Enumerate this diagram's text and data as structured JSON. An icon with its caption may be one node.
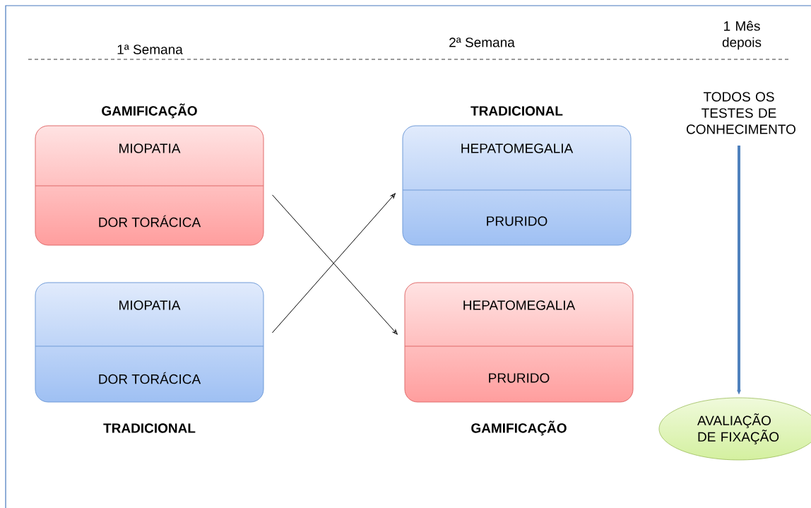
{
  "diagram": {
    "nodes": [
      {
        "text": [
          "GAMIFICAÇÃO"
        ]
      },
      {
        "text": [
          "MIOPATIA"
        ],
        "in": 0
      },
      {
        "text": [
          "DOR TORÁCICA"
        ],
        "in": 0
      },
      {
        "text": [
          "TRADICIONAL"
        ]
      },
      {
        "text": [
          "MIOPATIA"
        ],
        "in": 3
      },
      {
        "text": [
          "DOR TORÁCICA"
        ],
        "in": 3
      },
      {
        "text": [
          "TRADICIONAL"
        ]
      },
      {
        "text": [
          "HEPATOMEGALIA"
        ],
        "in": 6
      },
      {
        "text": [
          "PRURIDO"
        ],
        "in": 6
      },
      {
        "text": [
          "GAMIFICAÇÃO"
        ]
      },
      {
        "text": [
          "HEPATOMEGALIA"
        ],
        "in": 9
      },
      {
        "text": [
          "PRURIDO"
        ],
        "in": 9
      },
      {
        "text": [
          "TODOS OS TESTES DE CONHECIMENTO"
        ]
      },
      {
        "text": [
          "AVALIAÇÃO DE FIXAÇÃO"
        ]
      }
    ],
    "edges": [
      {
        "from": 0,
        "to": 9,
        "arrow": "to"
      },
      {
        "from": 3,
        "to": 6,
        "arrow": "to"
      },
      {
        "from": 12,
        "to": 13,
        "arrow": "to",
        "style": "thick",
        "color": "#4f81bd"
      }
    ],
    "labels": [
      "1ª Semana",
      "2ª Semana",
      "1 Mês depois"
    ]
  }
}
